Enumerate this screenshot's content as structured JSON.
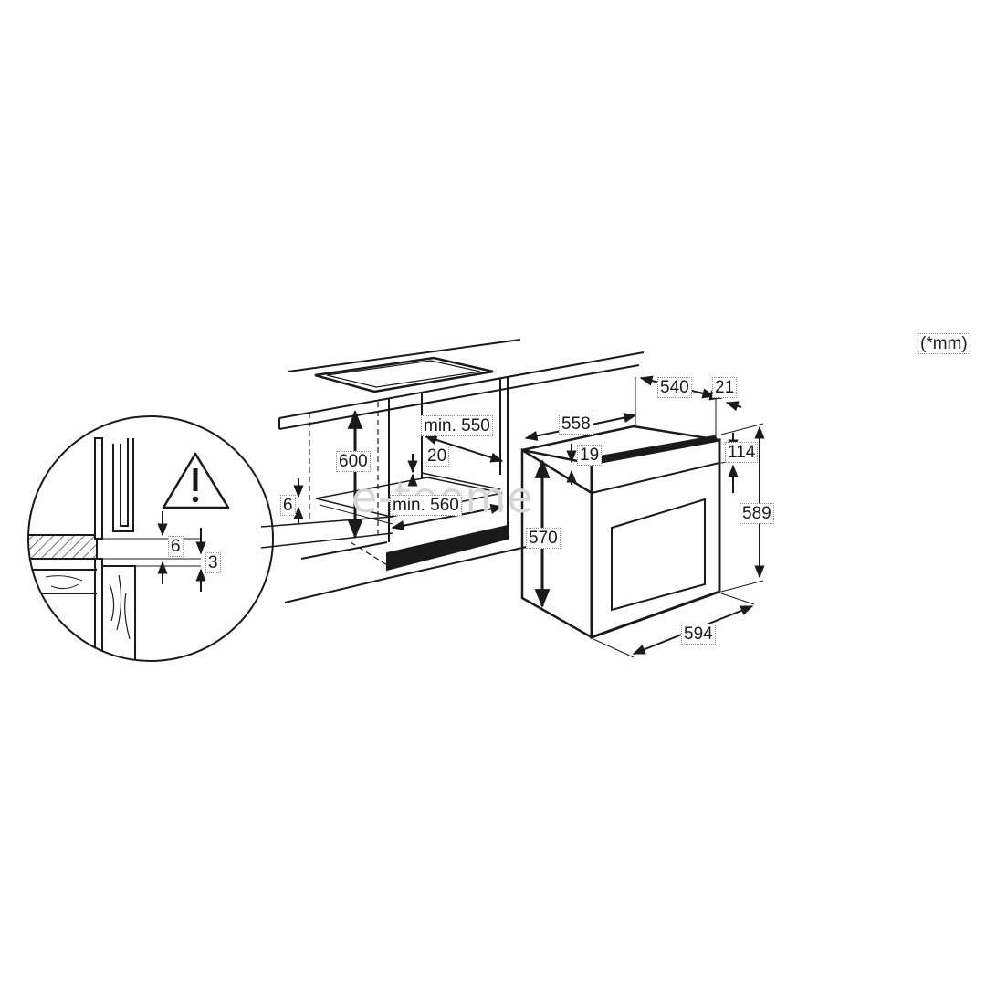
{
  "units_note": "(*mm)",
  "watermark": "e-teeme",
  "colors": {
    "line": "#1a1a1a",
    "hatch": "#333333",
    "label_border": "#8a8a8a",
    "watermark": "#d6d6d6"
  },
  "icons": {
    "warning": "warning-triangle-icon"
  },
  "dimensions": {
    "cabinet_height": "600",
    "cabinet_depth_min": "min. 550",
    "cabinet_width_min": "min. 560",
    "gap_top": "20",
    "gap_side": "6",
    "oven_depth_total": "558",
    "oven_depth_body": "540",
    "oven_front_panel": "21",
    "oven_top_offset": "19",
    "oven_body_height": "570",
    "oven_front_height": "589",
    "oven_control_panel": "114",
    "oven_width": "594",
    "detail_gap": "6",
    "detail_clearance": "3"
  }
}
